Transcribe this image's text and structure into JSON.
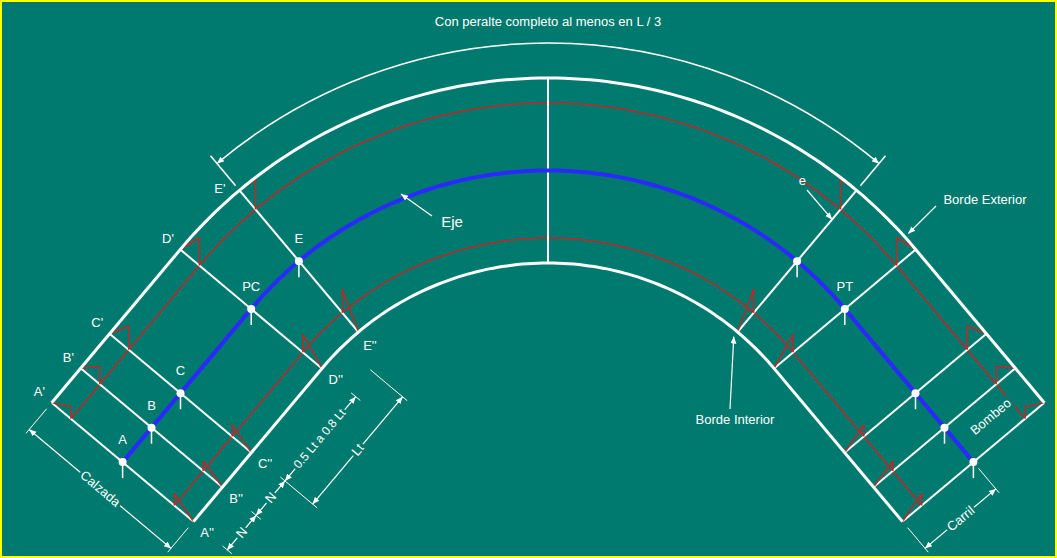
{
  "diagram": {
    "labels": [
      "Con peralte completo al menos en L / 3",
      "Eje",
      "E'",
      "D'",
      "C'",
      "B'",
      "A'",
      "E",
      "PC",
      "C",
      "B",
      "A",
      "E''",
      "D''",
      "C''",
      "B''",
      "A''",
      "N",
      "N",
      "0.5 Lt a 0.8 Lt",
      "Lt",
      "Calzada",
      "e",
      "PT",
      "Borde Exterior",
      "Borde Interior",
      "Bombeo",
      "Carril"
    ]
  }
}
